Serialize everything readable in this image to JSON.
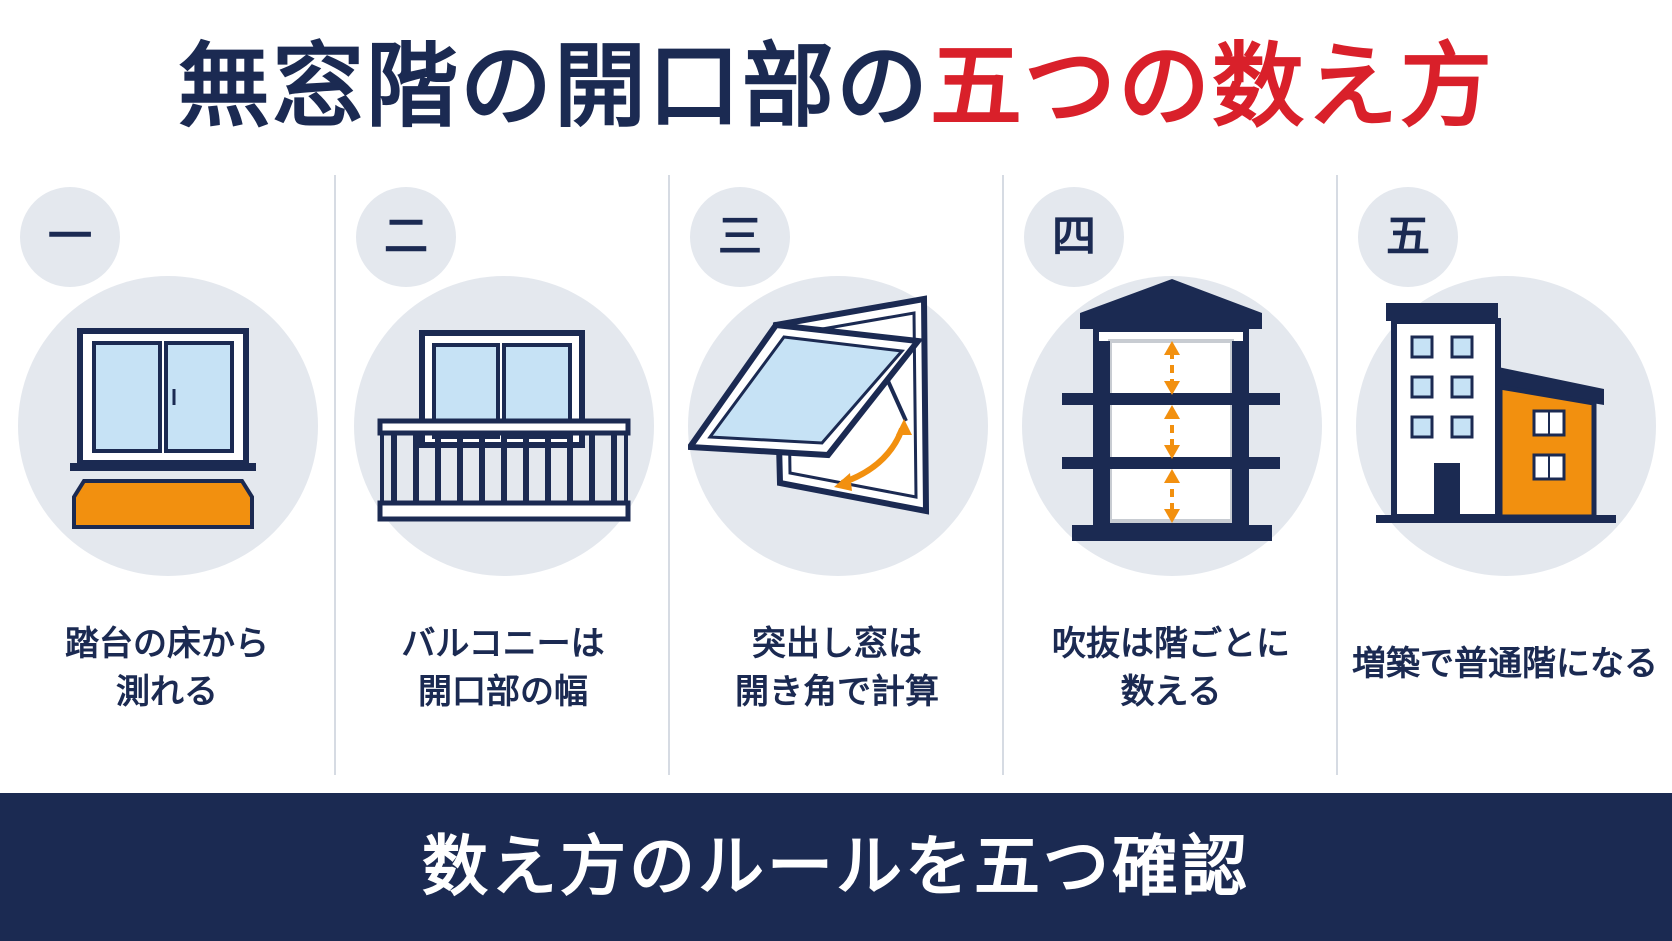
{
  "title": {
    "part1": "無窓階の開口部の",
    "part2": "五つの数え方"
  },
  "colors": {
    "navy": "#1b2a52",
    "red": "#d9202a",
    "orange": "#f2900f",
    "glass": "#c6e2f5",
    "circle": "#e4e8ee"
  },
  "items": [
    {
      "num": "一",
      "icon": "window-step-icon",
      "caption": [
        "踏台の床から",
        "測れる"
      ]
    },
    {
      "num": "二",
      "icon": "balcony-icon",
      "caption": [
        "バルコニーは",
        "開口部の幅"
      ]
    },
    {
      "num": "三",
      "icon": "projecting-window-icon",
      "caption": [
        "突出し窓は",
        "開き角で計算"
      ]
    },
    {
      "num": "四",
      "icon": "atrium-building-icon",
      "caption": [
        "吹抜は階ごとに",
        "数える"
      ]
    },
    {
      "num": "五",
      "icon": "extension-building-icon",
      "caption": [
        "増築で普通階になる"
      ]
    }
  ],
  "footer": {
    "text": "数え方のルールを五つ確認"
  }
}
